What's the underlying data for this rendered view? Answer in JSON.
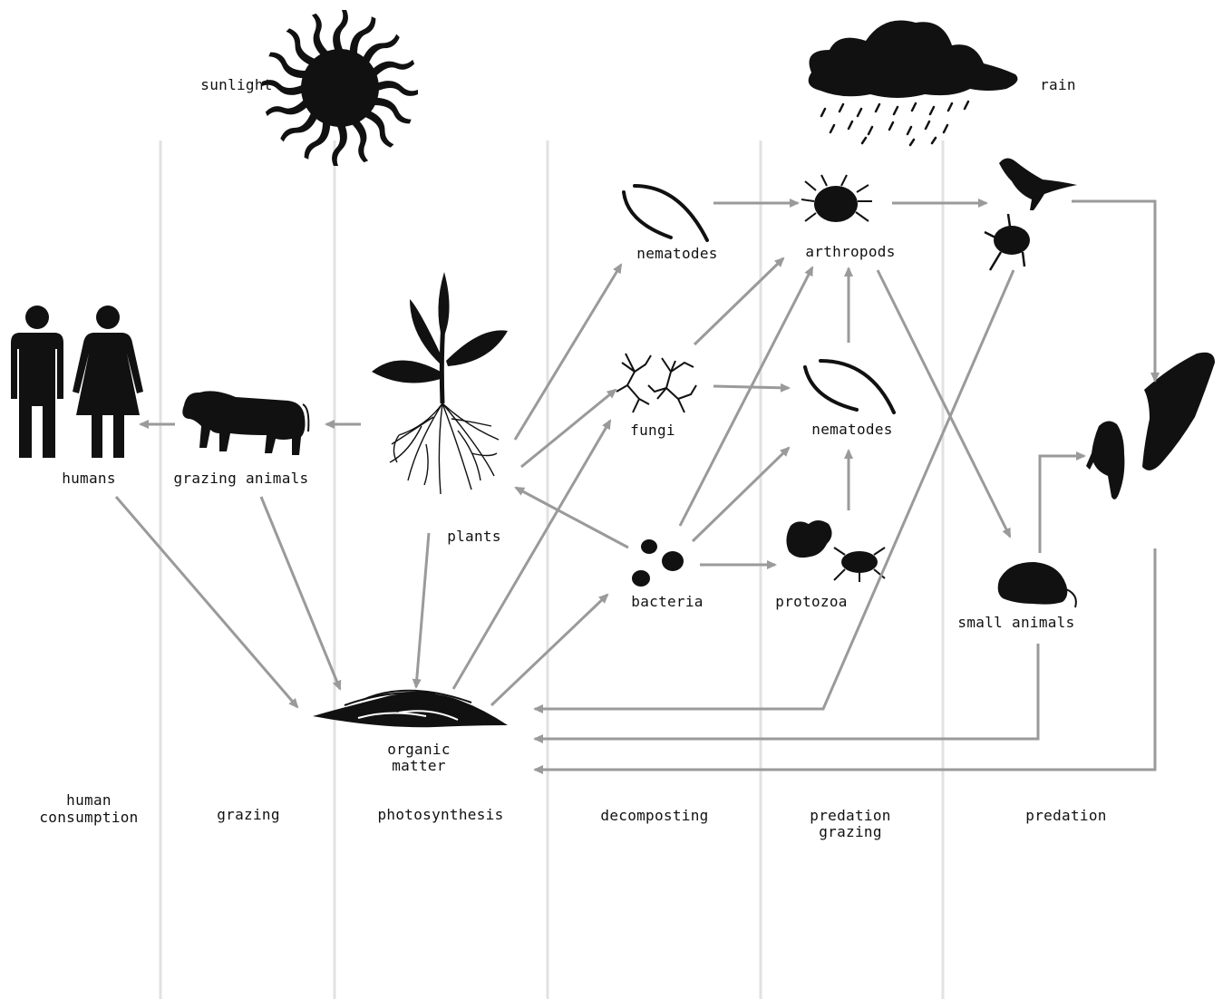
{
  "colors": {
    "ink": "#111111",
    "arrow": "#9a9a9a",
    "column_line": "#e2e2e2",
    "background": "#ffffff"
  },
  "labels": {
    "sunlight": "sunlight",
    "rain": "rain",
    "humans": "humans",
    "grazing_animals": "grazing animals",
    "plants": "plants",
    "nematodes_top": "nematodes",
    "arthropods": "arthropods",
    "fungi": "fungi",
    "nematodes_mid": "nematodes",
    "bacteria": "bacteria",
    "protozoa": "protozoa",
    "small_animals": "small animals",
    "organic_matter_line1": "organic",
    "organic_matter_line2": "matter"
  },
  "columns": {
    "human_consumption_line1": "human",
    "human_consumption_line2": "consumption",
    "grazing": "grazing",
    "photosynthesis": "photosynthesis",
    "decomposting": "decomposting",
    "predation_grazing_line1": "predation",
    "predation_grazing_line2": "grazing",
    "predation": "predation"
  },
  "icons": [
    "sun-icon",
    "rain-cloud-icon",
    "man-icon",
    "woman-icon",
    "cow-icon",
    "plant-icon",
    "nematode-icon",
    "mite-icon",
    "fungi-icon",
    "bacteria-icon",
    "protozoa-icon",
    "bird-icon",
    "beetle-icon",
    "hawk-icon",
    "parrot-icon",
    "mole-icon",
    "organic-matter-icon"
  ]
}
